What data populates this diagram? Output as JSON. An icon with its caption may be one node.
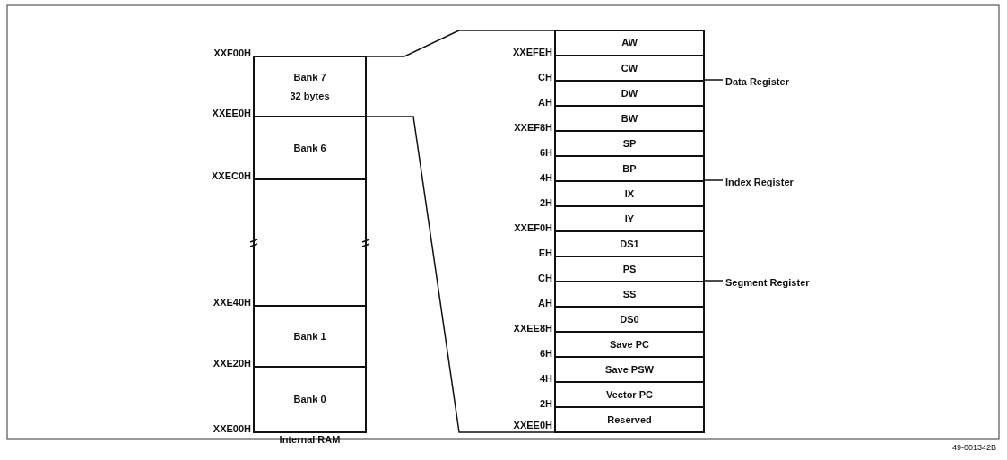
{
  "diagram": {
    "nodes": [
      {
        "text": [
          "Bank 7",
          "32 bytes"
        ]
      },
      {
        "text": [
          "Bank 6"
        ]
      },
      {
        "text": [],
        "shape": "box"
      },
      {
        "text": [
          "Bank 1"
        ]
      },
      {
        "text": [
          "Bank 0"
        ]
      },
      {
        "text": [],
        "shape": "box"
      },
      {
        "text": [
          "AW"
        ],
        "in": 5
      },
      {
        "text": [
          "CW"
        ],
        "in": 5
      },
      {
        "text": [
          "DW"
        ],
        "in": 5
      },
      {
        "text": [
          "BW"
        ],
        "in": 5
      },
      {
        "text": [
          "SP"
        ],
        "in": 5
      },
      {
        "text": [
          "BP"
        ],
        "in": 5
      },
      {
        "text": [
          "IX"
        ],
        "in": 5
      },
      {
        "text": [
          "IY"
        ],
        "in": 5
      },
      {
        "text": [
          "DS1"
        ],
        "in": 5
      },
      {
        "text": [
          "PS"
        ],
        "in": 5
      },
      {
        "text": [
          "SS"
        ],
        "in": 5
      },
      {
        "text": [
          "DS0"
        ],
        "in": 5
      },
      {
        "text": [
          "Save PC"
        ],
        "in": 5
      },
      {
        "text": [
          "Save PSW"
        ],
        "in": 5
      },
      {
        "text": [
          "Vector PC"
        ],
        "in": 5
      },
      {
        "text": [
          "Reserved"
        ],
        "in": 5
      }
    ],
    "edges": [
      {
        "from": 0,
        "to": 5,
        "arrow": "none"
      },
      {
        "from": 0,
        "to": 5,
        "arrow": "none"
      }
    ],
    "labels": [
      "XXF00H",
      "XXEE0H",
      "XXEC0H",
      "XXE40H",
      "XXE20H",
      "XXE00H",
      "Internal RAM",
      "XXEFEH",
      "CH",
      "AH",
      "XXEF8H",
      "6H",
      "4H",
      "2H",
      "XXEF0H",
      "EH",
      "CH",
      "AH",
      "XXEE8H",
      "6H",
      "4H",
      "2H",
      "XXEE0H",
      "Data Register",
      "Index Register",
      "Segment Register",
      "49-001342B"
    ]
  }
}
